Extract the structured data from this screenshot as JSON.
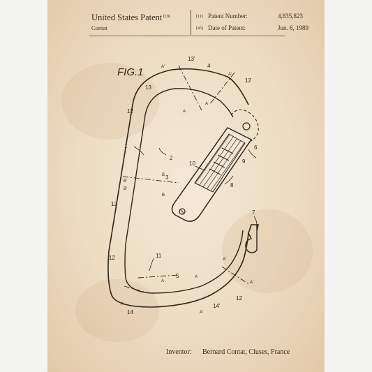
{
  "header": {
    "title": "United States Patent",
    "title_ref": "[19]",
    "author": "Contat",
    "number_ref": "[11]",
    "number_label": "Patent Number:",
    "number_value": "4,835,823",
    "date_ref": "[45]",
    "date_label": "Date of Patent:",
    "date_value": "Jun. 6, 1989"
  },
  "figure": {
    "label": "FIG.1",
    "ref_numerals": {
      "n1": "1",
      "n2": "2",
      "n3": "3",
      "n4": "4",
      "n5": "5",
      "n6": "6",
      "n7": "7",
      "n8": "8",
      "n9": "9",
      "n10": "10",
      "n11": "11",
      "n12a": "12",
      "n12b": "12",
      "n12c": "12",
      "n12d": "12",
      "n12e": "12",
      "n13": "13",
      "n13p": "13'",
      "n14": "14",
      "n14p": "14'"
    },
    "section_marks": {
      "a1": "A'",
      "a2": "A'",
      "a3": "A",
      "a4": "A",
      "a5": "A",
      "a6": "A",
      "a7": "A'",
      "a8": "A'",
      "a9": "A'",
      "a10": "A'",
      "b1": "B'",
      "b2": "B",
      "b3": "B'",
      "b4": "B"
    }
  },
  "footer": {
    "inventor_label": "Inventor:",
    "inventor_name": "Bernard Contat, Cluses, France"
  },
  "colors": {
    "paper": "#eddcc2",
    "ink": "#2e2418",
    "margin": "#f4f4f2"
  }
}
